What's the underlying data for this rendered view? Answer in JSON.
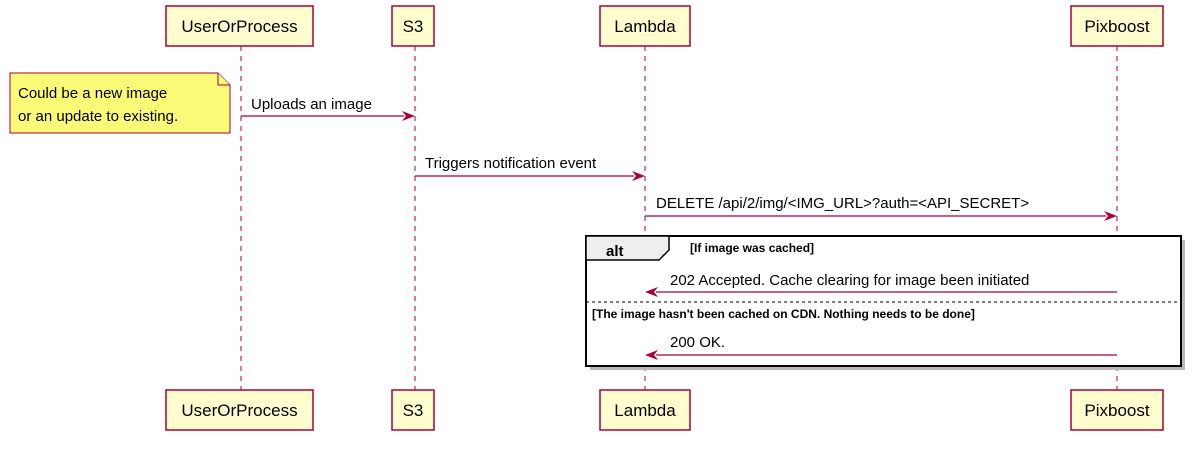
{
  "participants": [
    {
      "id": "user",
      "label": "UserOrProcess"
    },
    {
      "id": "s3",
      "label": "S3"
    },
    {
      "id": "lambda",
      "label": "Lambda"
    },
    {
      "id": "pixboost",
      "label": "Pixboost"
    }
  ],
  "note": {
    "line1": "Could be a new image",
    "line2": "or an update to existing."
  },
  "messages": [
    {
      "from": "user",
      "to": "s3",
      "label": "Uploads an image"
    },
    {
      "from": "s3",
      "to": "lambda",
      "label": "Triggers notification event"
    },
    {
      "from": "lambda",
      "to": "pixboost",
      "label": "DELETE /api/2/img/<IMG_URL>?auth=<API_SECRET>"
    },
    {
      "from": "pixboost",
      "to": "lambda",
      "label": "202 Accepted. Cache clearing for image been initiated"
    },
    {
      "from": "pixboost",
      "to": "lambda",
      "label": "200 OK."
    }
  ],
  "alt": {
    "keyword": "alt",
    "guard1": "[If image was cached]",
    "guard2": "[The image hasn't been cached on CDN. Nothing needs to be done]"
  },
  "colors": {
    "participant_fill": "#FEFECE",
    "line": "#A80036",
    "note_fill": "#FBFB77"
  }
}
